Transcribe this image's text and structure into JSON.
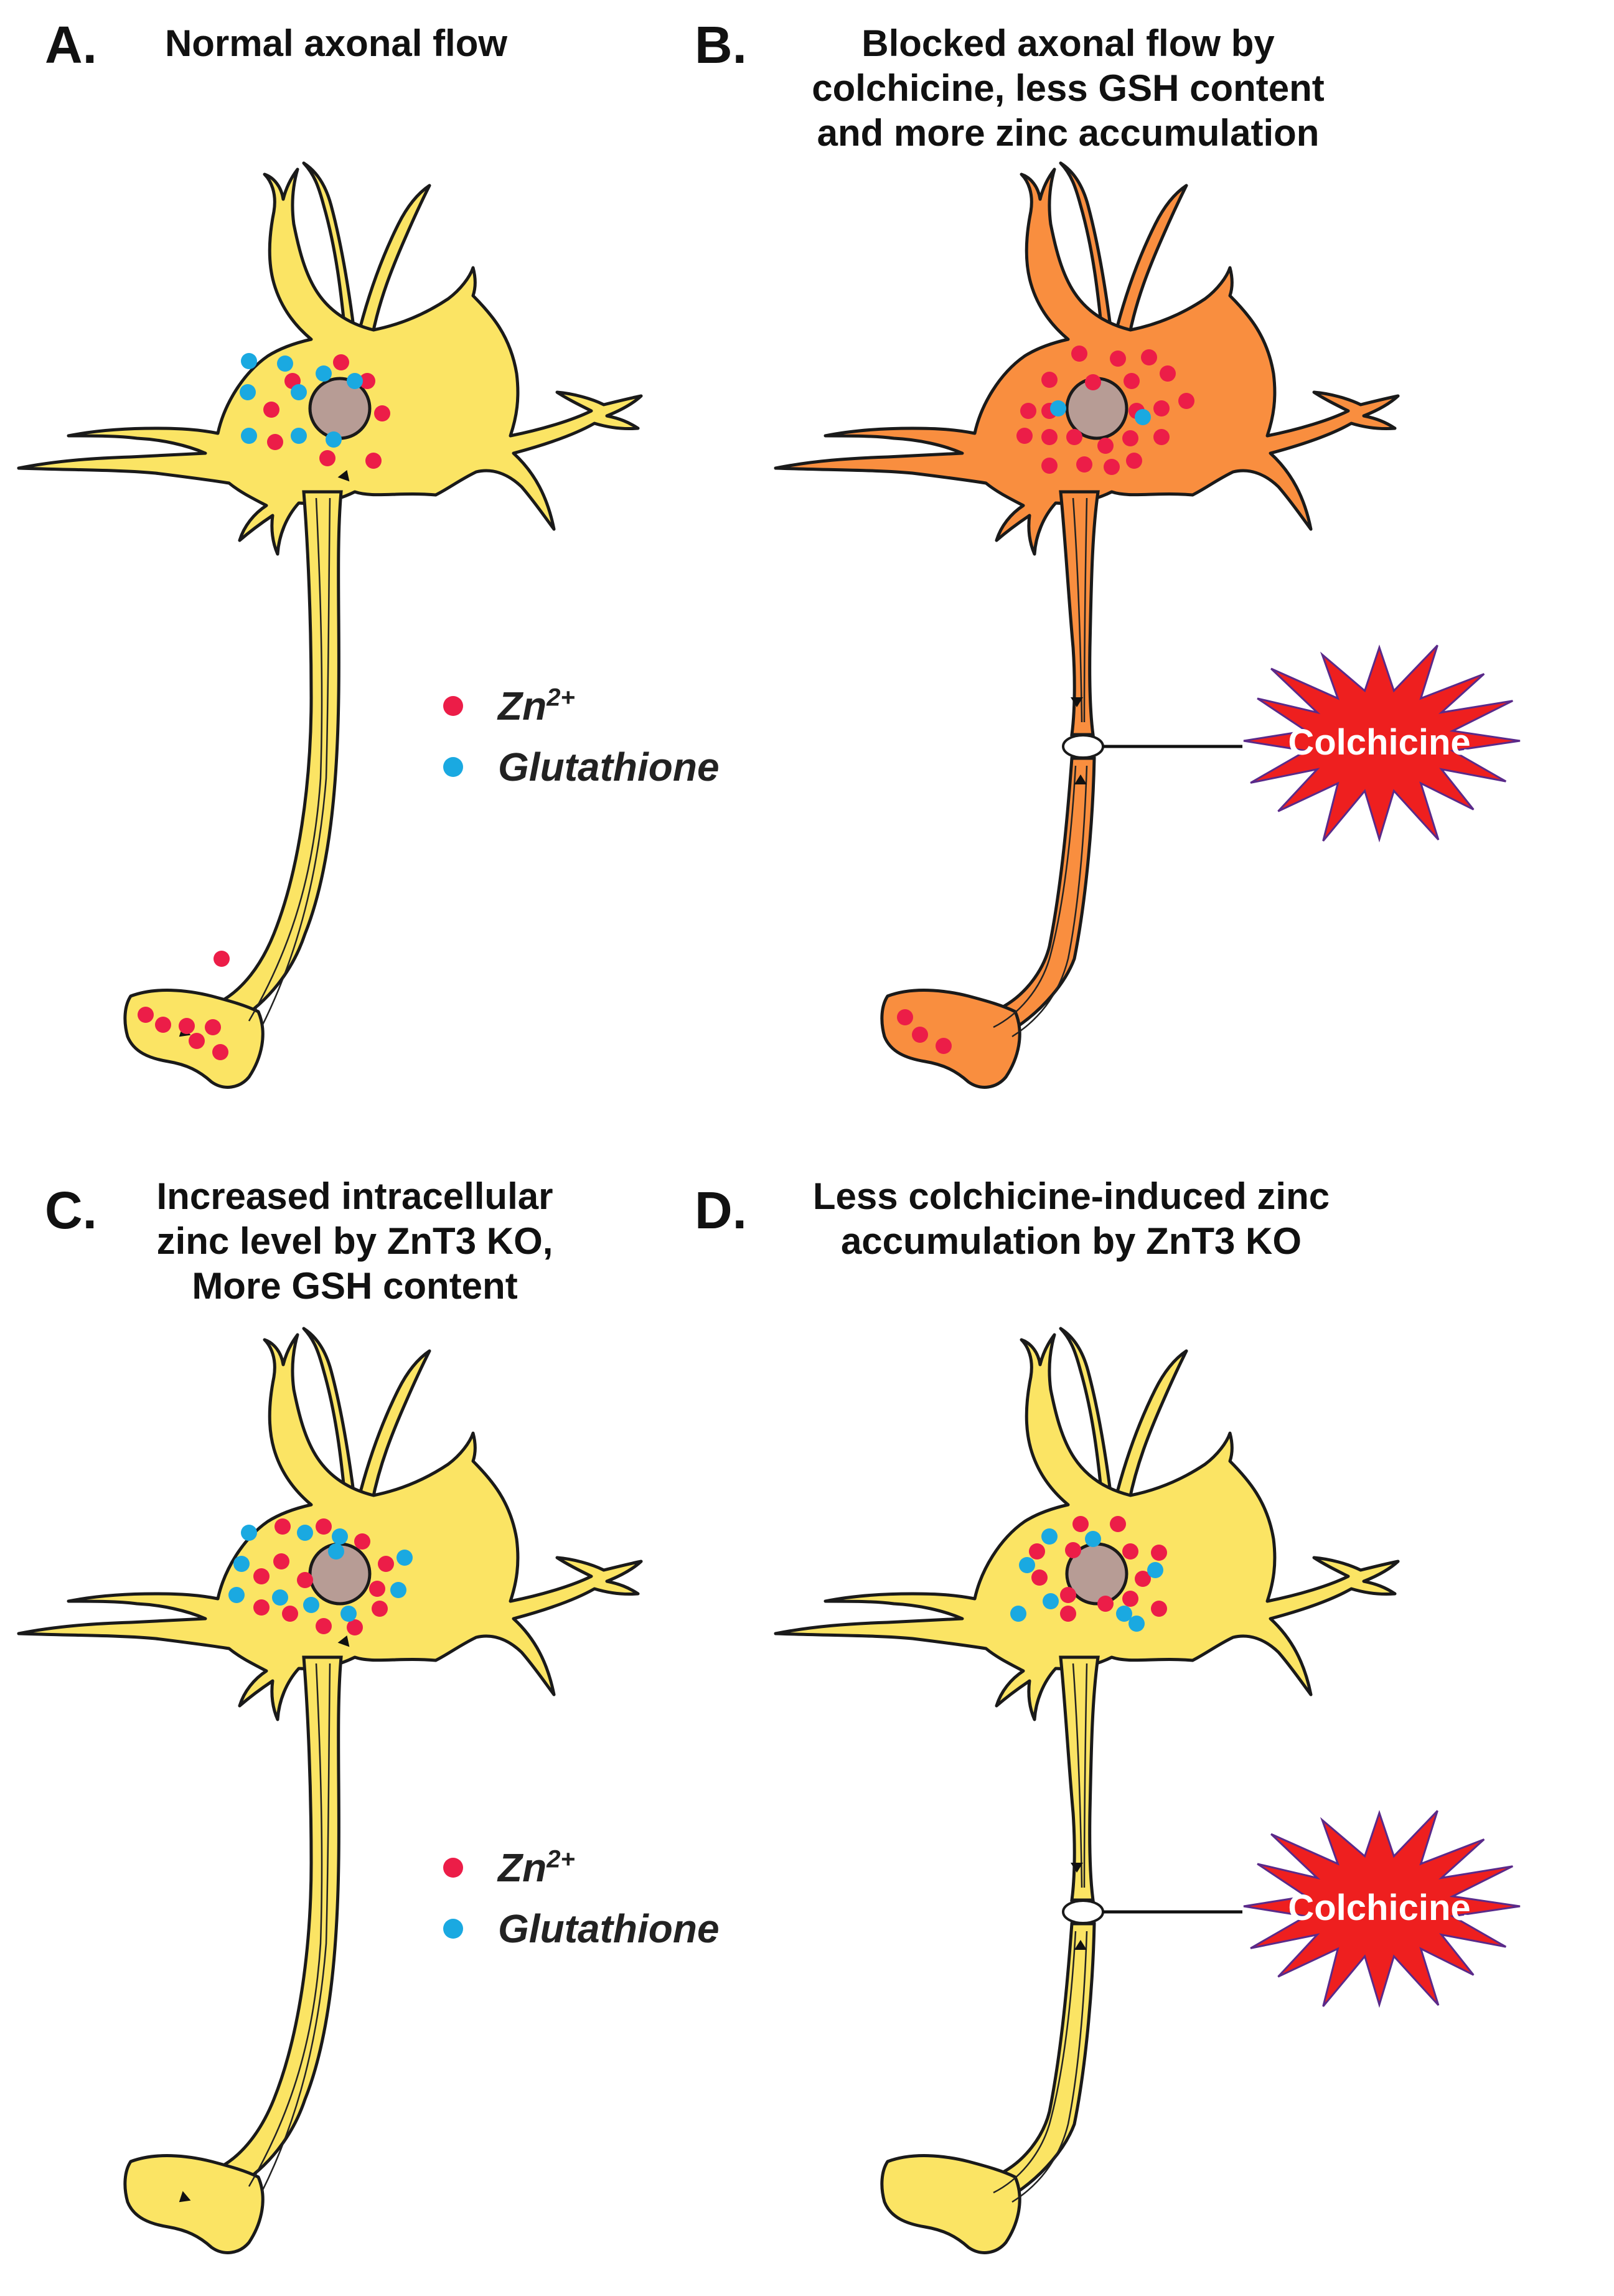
{
  "panels": [
    {
      "letter": "A.",
      "title": [
        "Normal axonal flow"
      ]
    },
    {
      "letter": "B.",
      "title": [
        "Blocked axonal flow by",
        "colchicine, less GSH content",
        "and more zinc accumulation"
      ]
    },
    {
      "letter": "C.",
      "title": [
        "Increased intracellular",
        "zinc level by ZnT3 KO,",
        "More GSH content"
      ]
    },
    {
      "letter": "D.",
      "title": [
        "Less colchicine-induced zinc",
        "accumulation by ZnT3 KO"
      ]
    }
  ],
  "legend": {
    "zinc_label": "Zn",
    "zinc_superscript": "2+",
    "gsh_label": "Glutathione"
  },
  "colchicine_label": "Colchicine",
  "colors": {
    "neuron_normal": "#fbe464",
    "neuron_affected": "#f98e3f",
    "nucleus": "#b79c95",
    "zinc": "#ec1d48",
    "glutathione": "#1aa9e1",
    "colchicine": "#ee1f1f"
  }
}
